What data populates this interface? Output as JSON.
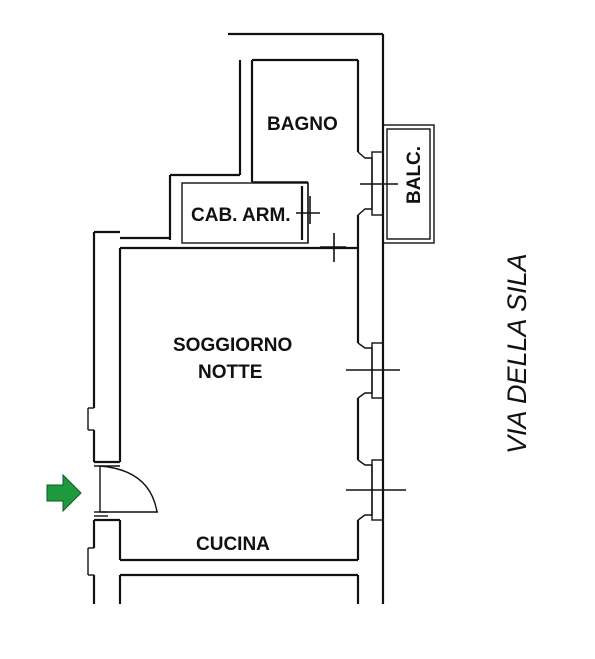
{
  "rooms": {
    "bagno": "BAGNO",
    "balcony": "BALC.",
    "closet": "CAB. ARM.",
    "living_line1": "SOGGIORNO",
    "living_line2": "NOTTE",
    "kitchen": "CUCINA"
  },
  "street": "VIA DELLA SILA",
  "colors": {
    "entrance_arrow": "#1e9a3c",
    "walls": "#111111",
    "background": "#ffffff"
  },
  "icons": {
    "entrance": "entrance-arrow-icon",
    "door": "door-swing-icon"
  }
}
